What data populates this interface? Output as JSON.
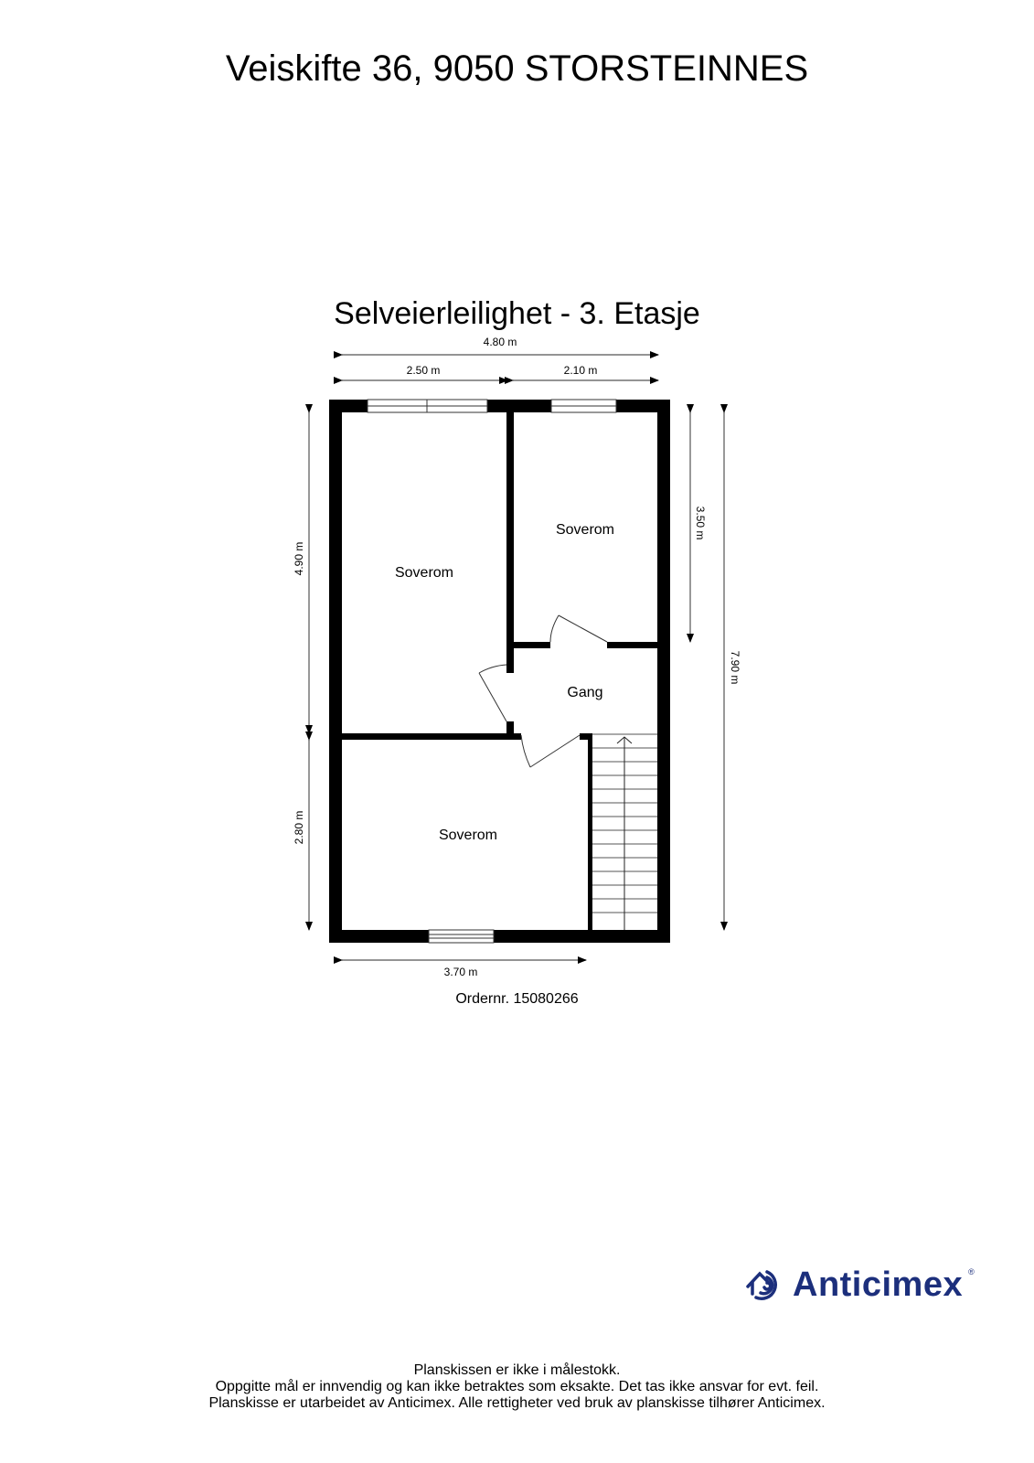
{
  "header": {
    "address": "Veiskifte 36, 9050 STORSTEINNES"
  },
  "plan": {
    "title": "Selveierleilighet - 3. Etasje",
    "dimensions": {
      "top_total": "4.80 m",
      "top_left": "2.50 m",
      "top_right": "2.10 m",
      "left_upper": "4.90 m",
      "left_lower": "2.80 m",
      "right_inner": "3.50 m",
      "right_total": "7.90 m",
      "bottom": "3.70 m"
    },
    "rooms": [
      {
        "name": "Soverom",
        "position": "upper-left"
      },
      {
        "name": "Soverom",
        "position": "upper-right"
      },
      {
        "name": "Gang",
        "position": "middle-right"
      },
      {
        "name": "Soverom",
        "position": "lower-left"
      }
    ],
    "order_number": "Ordernr. 15080266"
  },
  "logo": {
    "name": "Anticimex",
    "icon": "anticimex-spiral-house-icon",
    "color": "#1c2f7c"
  },
  "footer": {
    "lines": [
      "Planskissen er ikke i målestokk.",
      "Oppgitte mål er innvendig og kan ikke betraktes som eksakte. Det tas ikke ansvar for evt. feil.",
      "Planskisse er utarbeidet av Anticimex. Alle rettigheter ved bruk av planskisse tilhører Anticimex."
    ]
  }
}
